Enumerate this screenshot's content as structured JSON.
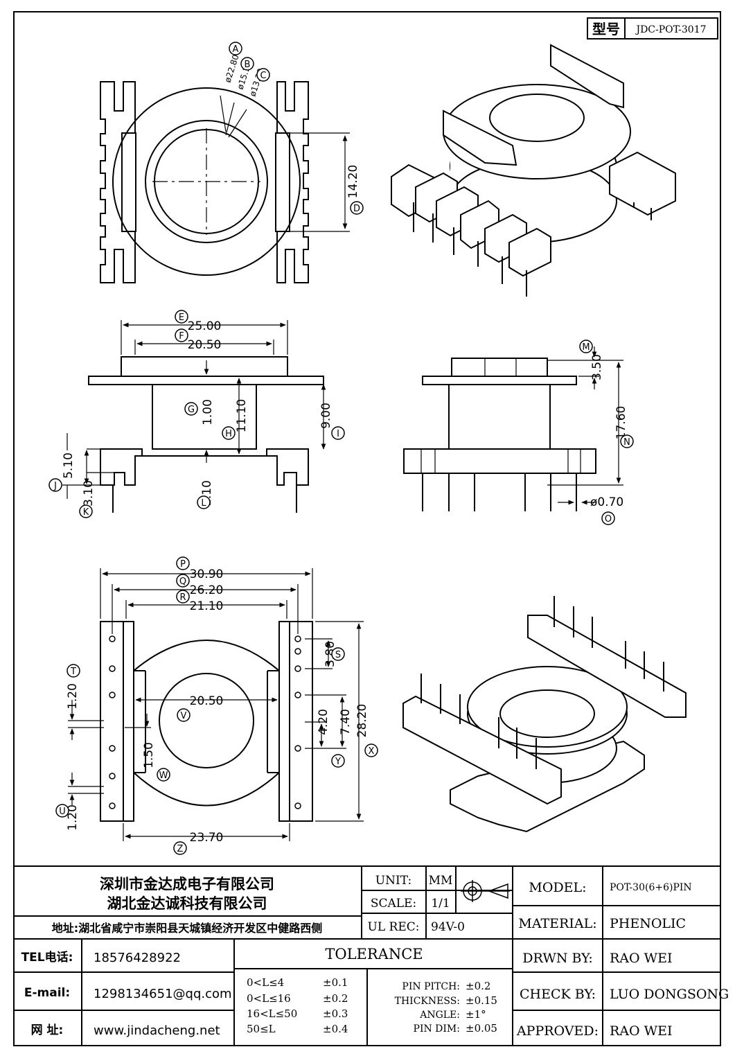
{
  "model_box": {
    "label": "型号",
    "value": "JDC-POT-3017"
  },
  "dims": {
    "A": "ø22.80",
    "B": "ø15.15",
    "C": "ø13.20",
    "D": "14.20",
    "E": "25.00",
    "F": "20.50",
    "G": "1.00",
    "H": "11.10",
    "I": "9.00",
    "J": "5.10",
    "K": "3.10",
    "L": "1.10",
    "M": "3.50",
    "N": "17.60",
    "O": "ø0.70",
    "P": "30.90",
    "Q": "26.20",
    "R": "21.10",
    "S": "3.80",
    "T": "1.20",
    "U": "1.20",
    "V": "20.50",
    "W": "1.50",
    "X": "28.20",
    "Y": "7.40",
    "Y2": "4.20",
    "Z": "23.70"
  },
  "letters": [
    "A",
    "B",
    "C",
    "D",
    "E",
    "F",
    "G",
    "H",
    "I",
    "J",
    "K",
    "L",
    "M",
    "N",
    "O",
    "P",
    "Q",
    "R",
    "S",
    "T",
    "U",
    "V",
    "W",
    "X",
    "Y",
    "Z"
  ],
  "company": {
    "name1": "深圳市金达成电子有限公司",
    "name2": "湖北金达诚科技有限公司",
    "address": "地址:湖北省咸宁市崇阳县天城镇经济开发区中健路西侧",
    "tel_label": "TEL电话:",
    "tel": "18576428922",
    "email_label": "E-mail:",
    "email": "1298134651@qq.com",
    "web_label": "网    址:",
    "web": "www.jindacheng.net"
  },
  "spec": {
    "unit_label": "UNIT:",
    "unit": "MM",
    "scale_label": "SCALE:",
    "scale": "1/1",
    "ul_label": "UL REC:",
    "ul": "94V-0",
    "tolerance_title": "TOLERANCE",
    "tol_rows": [
      {
        "range": "0<L≤4",
        "value": "±0.1"
      },
      {
        "range": "0<L≤16",
        "value": "±0.2"
      },
      {
        "range": "16<L≤50",
        "value": "±0.3"
      },
      {
        "range": "50≤L",
        "value": "±0.4"
      }
    ],
    "tol_extra": [
      {
        "label": "PIN PITCH:",
        "value": "±0.2"
      },
      {
        "label": "THICKNESS:",
        "value": "±0.15"
      },
      {
        "label": "ANGLE:",
        "value": "±1°"
      },
      {
        "label": "PIN DIM:",
        "value": "±0.05"
      }
    ]
  },
  "info": {
    "model_label": "MODEL:",
    "model": "POT-30(6+6)PIN",
    "material_label": "MATERIAL:",
    "material": "PHENOLIC",
    "drawn_label": "DRWN BY:",
    "drawn": "RAO WEI",
    "check_label": "CHECK BY:",
    "check": "LUO DONGSONG",
    "approved_label": "APPROVED:",
    "approved": "RAO WEI"
  }
}
